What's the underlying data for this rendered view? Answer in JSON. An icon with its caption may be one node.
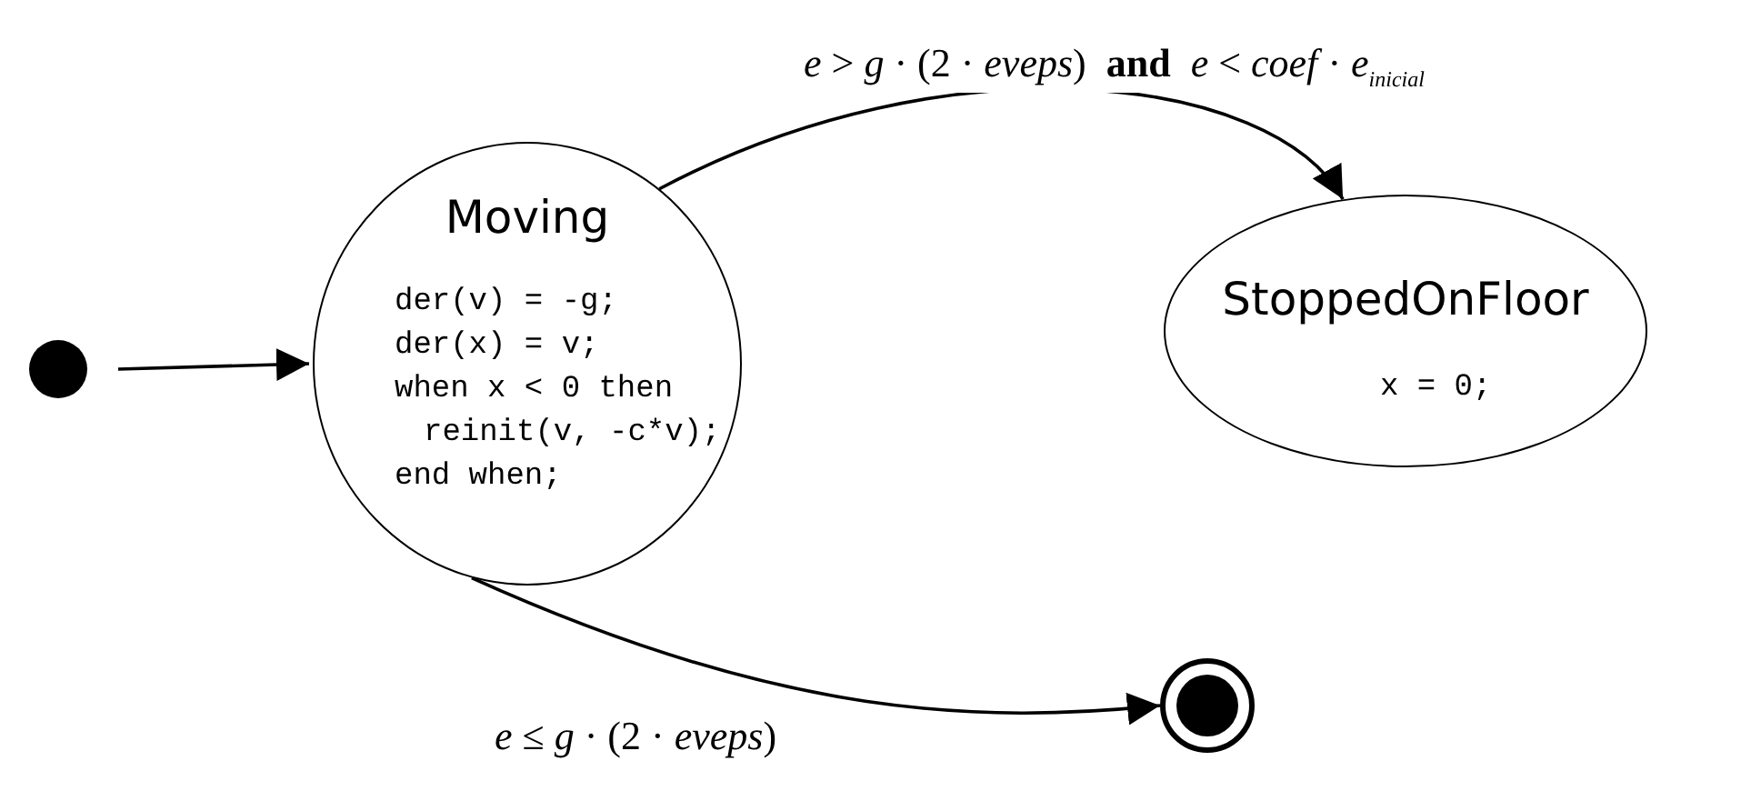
{
  "diagram": {
    "nodes": [
      {
        "text": [],
        "shape": "circle"
      },
      {
        "text": [
          "Moving",
          "der(v) = -g;",
          "der(x) = v;",
          "when x < 0 then",
          "reinit(v, -c*v);",
          "end when;"
        ]
      },
      {
        "text": [
          "StoppedOnFloor",
          "x = 0;"
        ]
      },
      {
        "text": [],
        "shape": "circle"
      }
    ],
    "edges": [
      {
        "from": 0,
        "to": 1,
        "arrow": "to"
      },
      {
        "from": 1,
        "to": 2,
        "arrow": "to",
        "label": "*e* > *g* · (2 · *eveps*)  **and**  *e* < *coef* · *e*$_{inicial}$"
      },
      {
        "from": 1,
        "to": 3,
        "arrow": "to",
        "label": "*e* ≤ *g* · (2 · *eveps*)"
      }
    ]
  }
}
